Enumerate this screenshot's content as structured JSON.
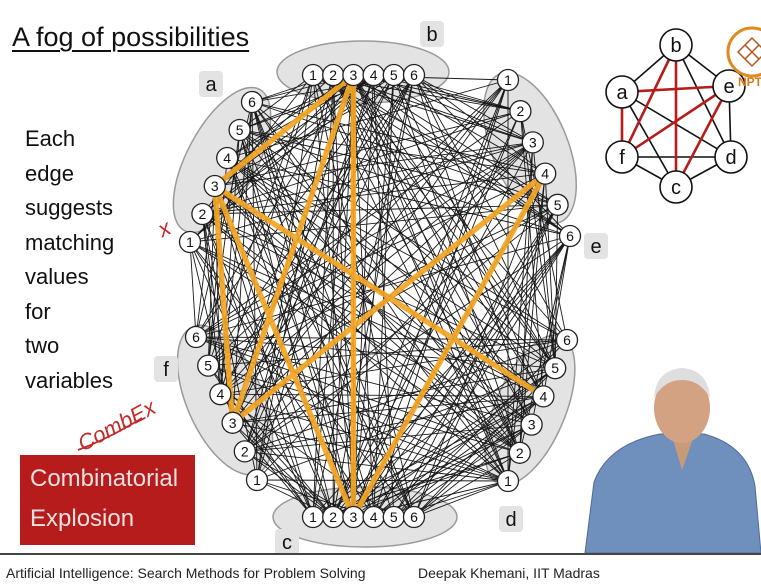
{
  "slide": {
    "title": "A fog of possibilities",
    "description": [
      "Each",
      "edge",
      "suggests",
      "matching",
      "values",
      "for",
      "two",
      "variables"
    ],
    "box": {
      "line1": "Combinatorial",
      "line2": "Explosion",
      "color": "#b71c1c"
    },
    "annotations": {
      "x_mark": "x",
      "combex": "CombEx"
    },
    "footer": {
      "left": "Artificial Intelligence: Search Methods for Problem Solving",
      "right": "Deepak Khemani, IIT Madras"
    },
    "logo_text": "NPTEL"
  },
  "graph": {
    "groups": [
      {
        "id": "a",
        "label": "a",
        "values": [
          "1",
          "2",
          "3",
          "4",
          "5",
          "6"
        ]
      },
      {
        "id": "b",
        "label": "b",
        "values": [
          "1",
          "2",
          "3",
          "4",
          "5",
          "6"
        ]
      },
      {
        "id": "e",
        "label": "e",
        "values": [
          "1",
          "2",
          "3",
          "4",
          "5",
          "6"
        ]
      },
      {
        "id": "d",
        "label": "d",
        "values": [
          "1",
          "2",
          "3",
          "4",
          "5",
          "6"
        ]
      },
      {
        "id": "c",
        "label": "c",
        "values": [
          "1",
          "2",
          "3",
          "4",
          "5",
          "6"
        ]
      },
      {
        "id": "f",
        "label": "f",
        "values": [
          "1",
          "2",
          "3",
          "4",
          "5",
          "6"
        ]
      }
    ],
    "highlight_color": "#f5a623"
  },
  "mini_graph": {
    "nodes": [
      "a",
      "b",
      "e",
      "d",
      "c",
      "f"
    ],
    "black_edges": [
      [
        "a",
        "b"
      ],
      [
        "b",
        "e"
      ],
      [
        "e",
        "d"
      ],
      [
        "d",
        "c"
      ],
      [
        "c",
        "f"
      ],
      [
        "f",
        "a"
      ],
      [
        "a",
        "d"
      ],
      [
        "b",
        "d"
      ],
      [
        "f",
        "d"
      ],
      [
        "a",
        "c"
      ]
    ],
    "red_edges": [
      [
        "a",
        "e"
      ],
      [
        "a",
        "f"
      ],
      [
        "b",
        "c"
      ],
      [
        "f",
        "e"
      ],
      [
        "c",
        "e"
      ],
      [
        "b",
        "f"
      ]
    ],
    "red_color": "#b71c1c"
  }
}
